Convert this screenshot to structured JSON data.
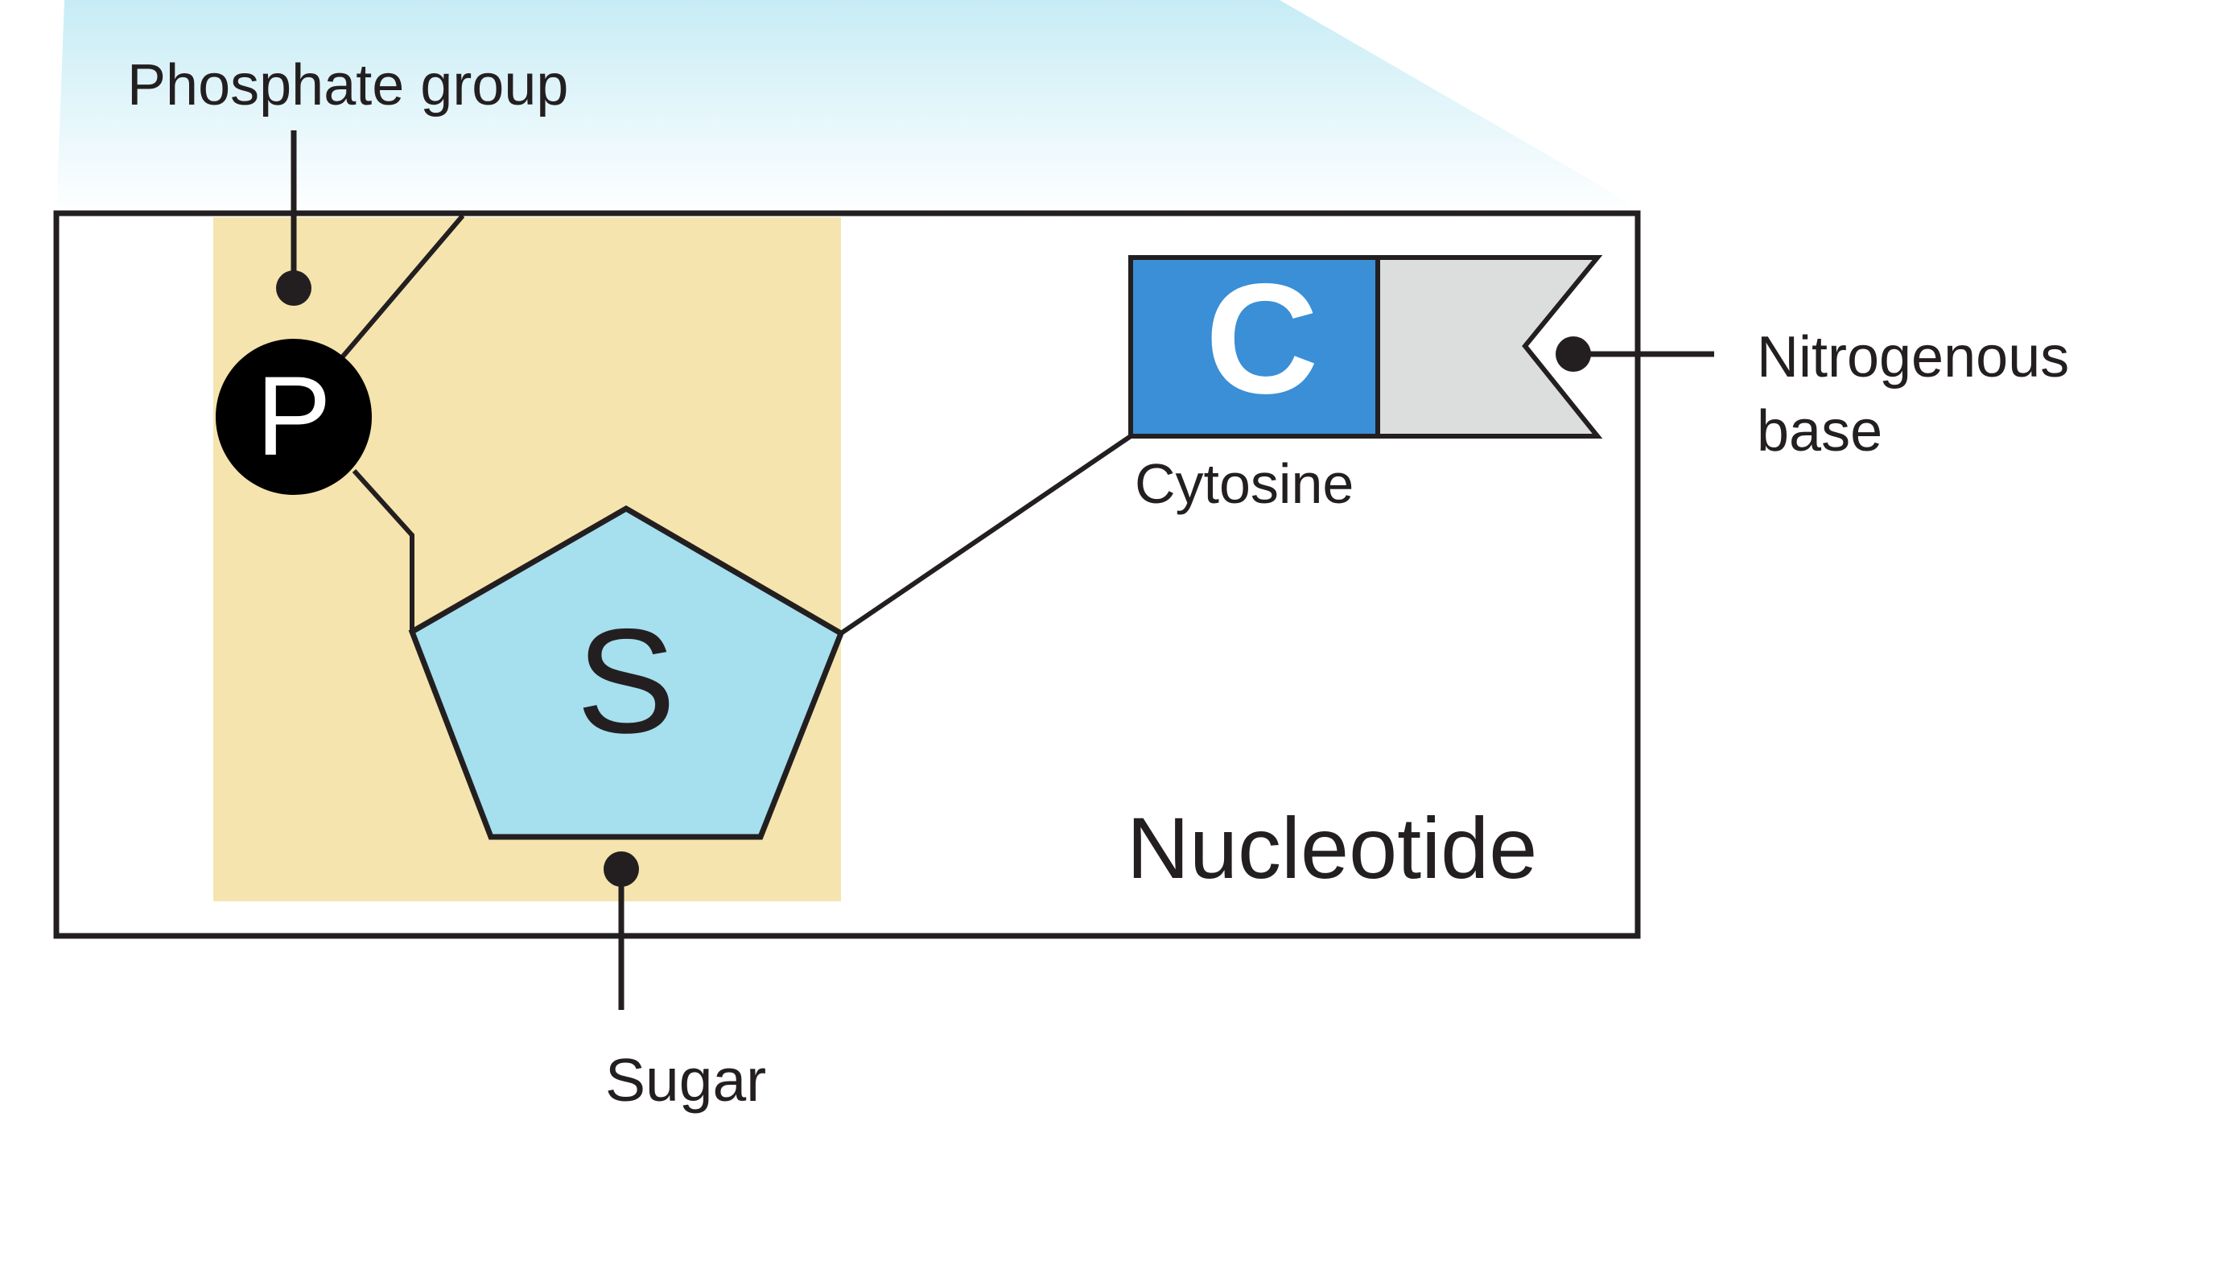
{
  "labels": {
    "phosphate_group": "Phosphate group",
    "sugar": "Sugar",
    "cytosine": "Cytosine",
    "nitrogenous_base_line1": "Nitrogenous",
    "nitrogenous_base_line2": "base",
    "nucleotide": "Nucleotide"
  },
  "symbols": {
    "phosphate": "P",
    "sugar": "S",
    "base": "C"
  },
  "colors": {
    "sugar_pentagon": "#a6dfee",
    "phosphate_highlight": "#f5e4ad",
    "cytosine_block": "#3a8fd6",
    "base_tab": "#dcdedd",
    "background_gradient_top": "#c7ecf5",
    "outline": "#231f20"
  }
}
